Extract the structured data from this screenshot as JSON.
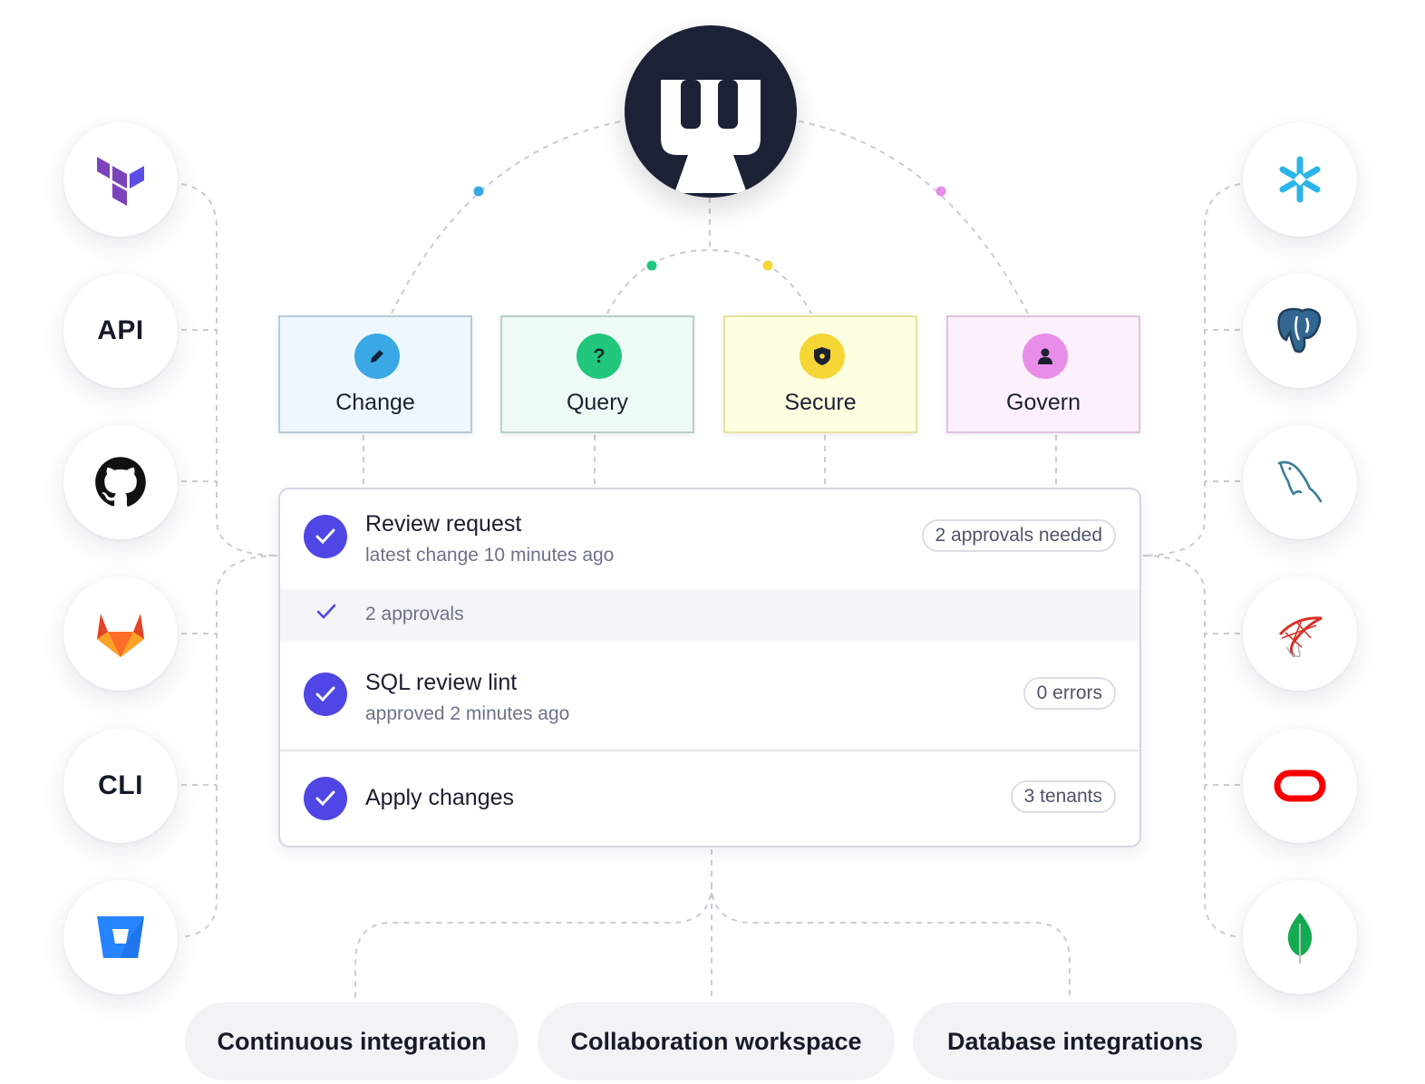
{
  "left_integrations": [
    {
      "name": "terraform",
      "label": ""
    },
    {
      "name": "api",
      "label": "API"
    },
    {
      "name": "github",
      "label": ""
    },
    {
      "name": "gitlab",
      "label": ""
    },
    {
      "name": "cli",
      "label": "CLI"
    },
    {
      "name": "bitbucket",
      "label": ""
    }
  ],
  "right_databases": [
    {
      "name": "snowflake"
    },
    {
      "name": "postgresql"
    },
    {
      "name": "mysql"
    },
    {
      "name": "sql-server"
    },
    {
      "name": "oracle"
    },
    {
      "name": "mongodb"
    }
  ],
  "categories": [
    {
      "label": "Change",
      "icon": "pencil-icon",
      "color": "#3aa8e4",
      "bg": "#eef7fd",
      "border": "#b9c9d6"
    },
    {
      "label": "Query",
      "icon": "question-icon",
      "color": "#21c77c",
      "bg": "#eefaf6",
      "border": "#b8d0c8"
    },
    {
      "label": "Secure",
      "icon": "shield-icon",
      "color": "#f5d635",
      "bg": "#fefee0",
      "border": "#e6e3a0"
    },
    {
      "label": "Govern",
      "icon": "user-icon",
      "color": "#e88ee8",
      "bg": "#fcf0fc",
      "border": "#dfc3df"
    }
  ],
  "connector_dots": {
    "change": "#3aa8e4",
    "query": "#21c77c",
    "secure": "#f5d635",
    "govern": "#e88ee8"
  },
  "review_panel": {
    "rows": [
      {
        "title": "Review request",
        "subtitle": "latest change 10 minutes ago",
        "badge": "2 approvals needed"
      },
      {
        "title": "2 approvals"
      },
      {
        "title": "SQL review lint",
        "subtitle": "approved 2 minutes ago",
        "badge": "0 errors"
      },
      {
        "title": "Apply changes",
        "badge": "3 tenants"
      }
    ],
    "accent": "#4f46e5"
  },
  "bottom_labels": [
    "Continuous integration",
    "Collaboration workspace",
    "Database integrations"
  ]
}
